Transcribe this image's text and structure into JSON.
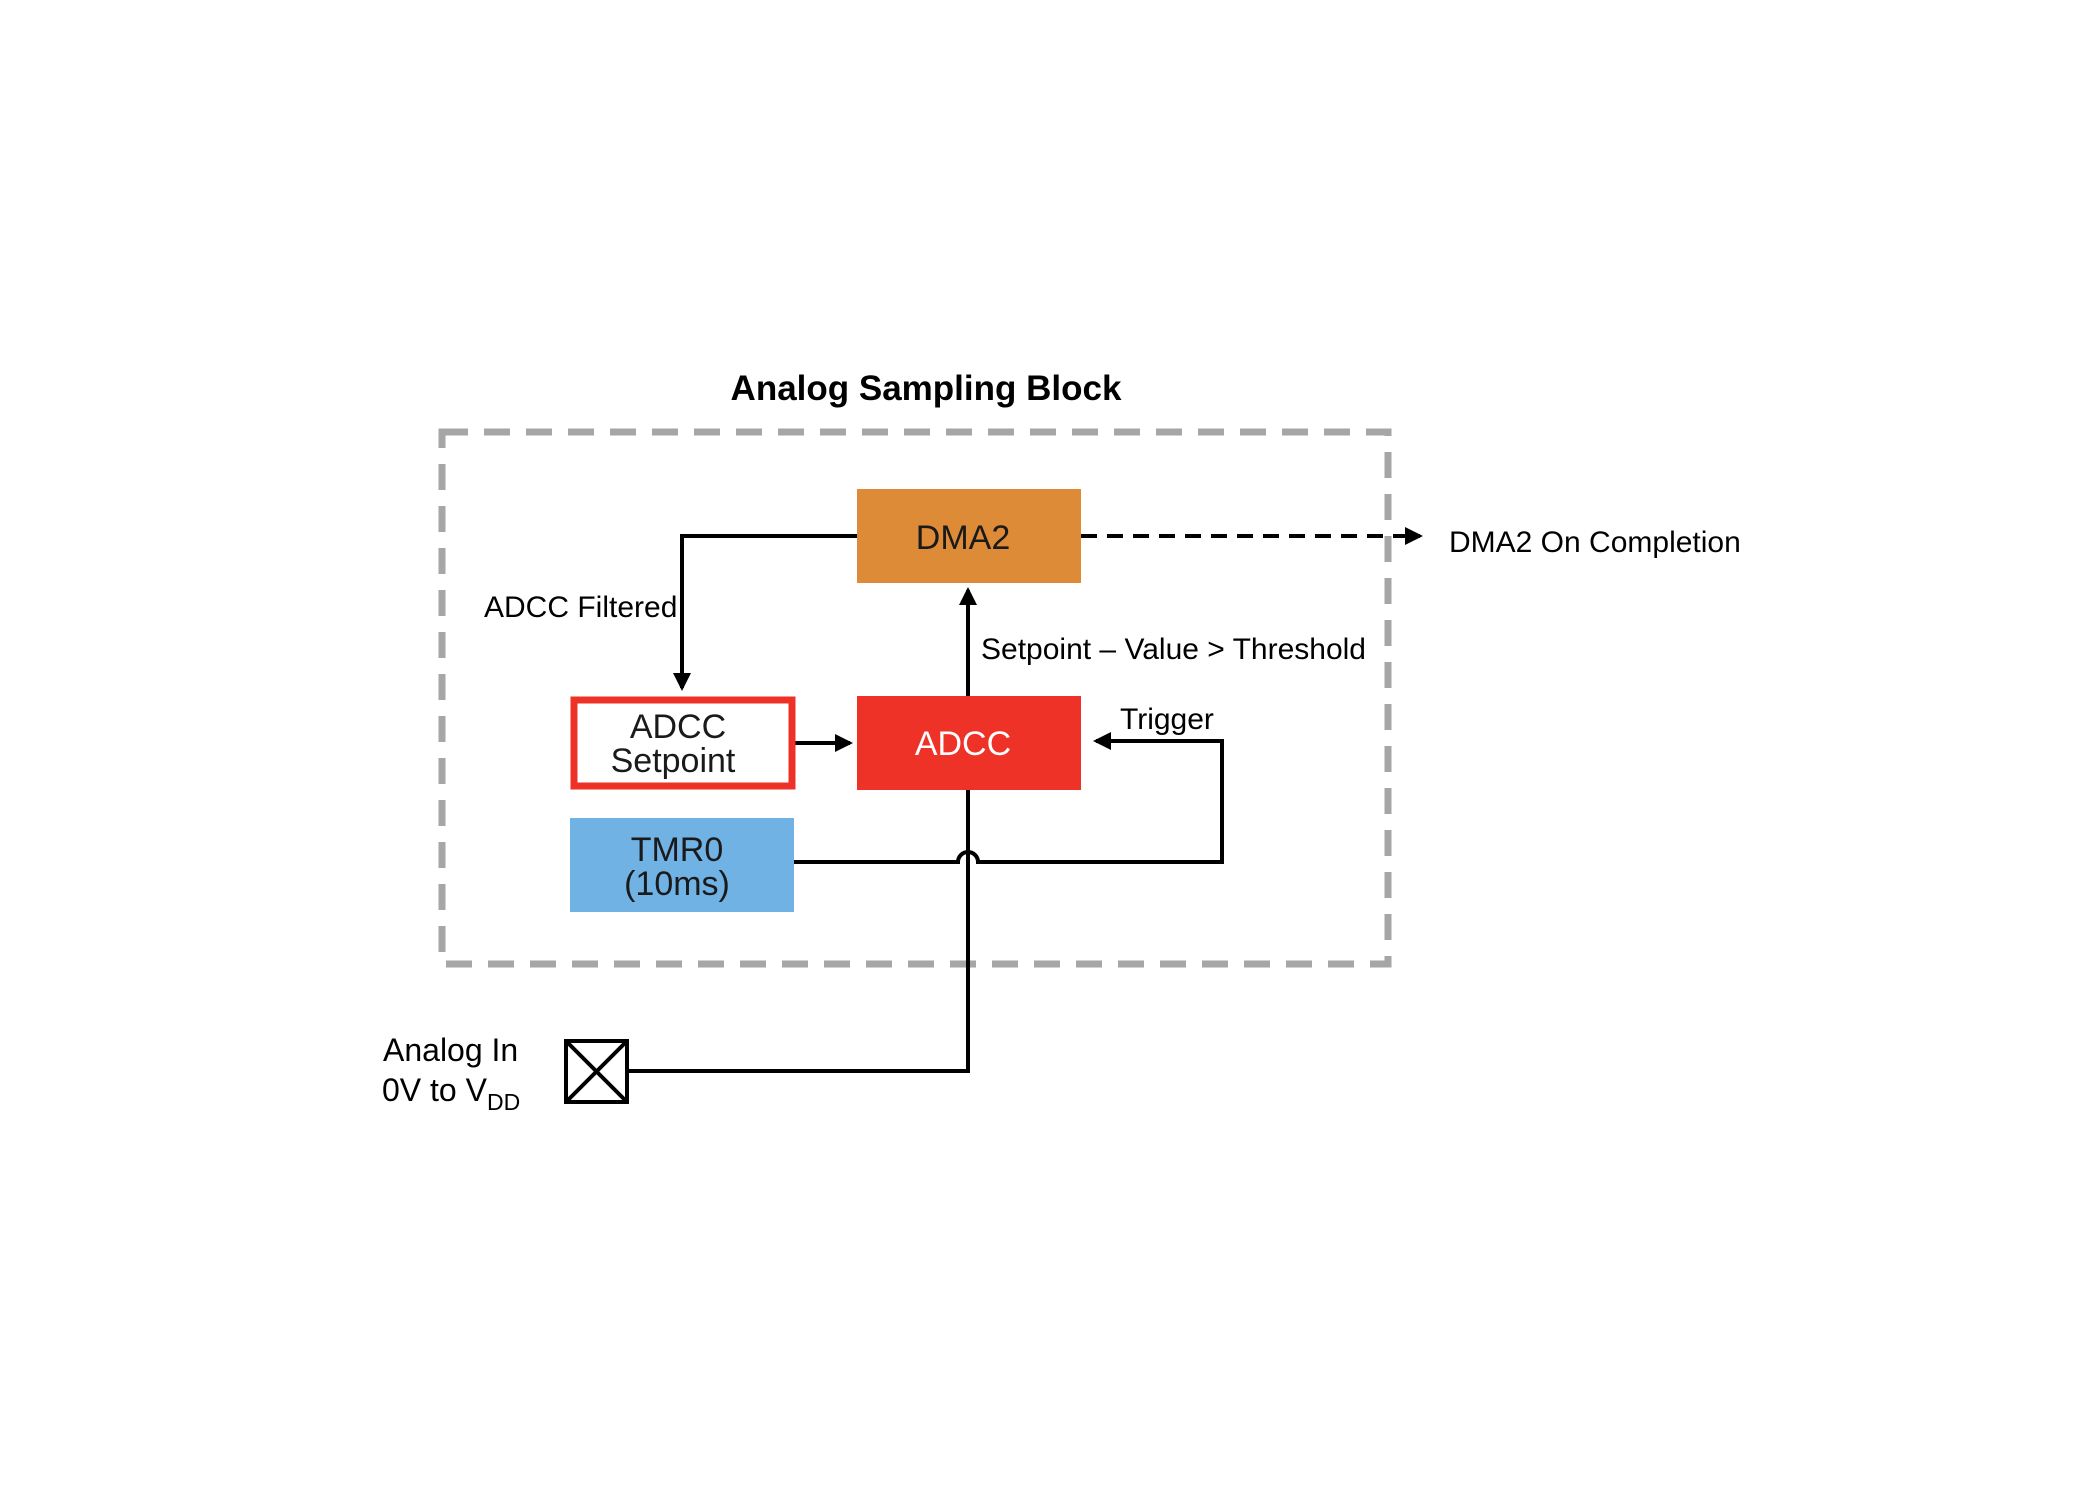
{
  "title": "Analog Sampling Block",
  "blocks": {
    "dma2": {
      "label": "DMA2",
      "fill": "#de8b37",
      "text_color": "#1a1a1a"
    },
    "adcc": {
      "label": "ADCC",
      "fill": "#ee3228",
      "text_color": "#ffffff"
    },
    "adcc_setpoint": {
      "line1": "ADCC",
      "line2": "Setpoint",
      "fill": "#ffffff",
      "border": "#ee3228",
      "text_color": "#1a1a1a"
    },
    "tmr0": {
      "line1": "TMR0",
      "line2": "(10ms)",
      "fill": "#6fb2e3",
      "text_color": "#1a1a1a"
    }
  },
  "labels": {
    "adcc_filtered": "ADCC Filtered",
    "threshold": "Setpoint – Value > Threshold",
    "trigger": "Trigger",
    "dma2_completion": "DMA2 On Completion",
    "analog_in_line1": "Analog In",
    "analog_in_line2_main": "0V to V",
    "analog_in_line2_sub": "DD"
  },
  "colors": {
    "boundary": "#a6a6a6",
    "wire": "#000000"
  },
  "icons": {
    "analog_pin": "pin-x-box-icon"
  }
}
